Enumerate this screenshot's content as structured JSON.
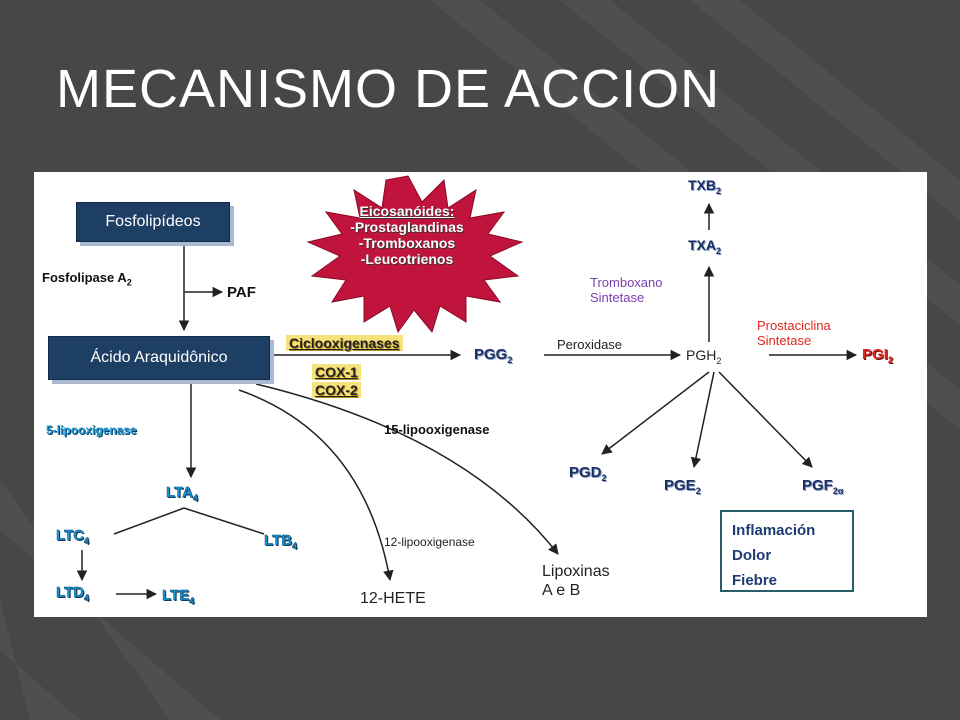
{
  "slide": {
    "title": "MECANISMO DE ACCION"
  },
  "diagram": {
    "fosfolipideos": "Fosfolipídeos",
    "acido": "Ácido Araquidônico",
    "fosfolipase": "Fosfolipase A",
    "fosfolipase_sub": "2",
    "paf": "PAF",
    "eicosanoides": {
      "heading": "Eicosanóides:",
      "items": [
        "-Prostaglandinas",
        "-Tromboxanos",
        "-Leucotrienos"
      ]
    },
    "ciclooxigenases": "Ciclooxigenases",
    "cox1": "COX-1",
    "cox2": "COX-2",
    "pgg2": "PGG",
    "pgg2_sub": "2",
    "peroxidase": "Peroxidase",
    "pgh2": "PGH",
    "pgh2_sub": "2",
    "tromboxano_sintetase": [
      "Tromboxano",
      "Sintetase"
    ],
    "txa2": "TXA",
    "txa2_sub": "2",
    "txb2": "TXB",
    "txb2_sub": "2",
    "prostaciclina_sintetase": [
      "Prostaciclina",
      "Sintetase"
    ],
    "pgi2": "PGI",
    "pgi2_sub": "2",
    "pgd2": "PGD",
    "pgd2_sub": "2",
    "pge2": "PGE",
    "pge2_sub": "2",
    "pgf2a": "PGF",
    "pgf2a_sub": "2α",
    "lipoox5": "5-lipooxigenase",
    "lipoox15": "15-lipooxigenase",
    "lipoox12": "12-lipooxigenase",
    "lta4": "LTA",
    "ltc4": "LTC",
    "ltb4": "LTB",
    "ltd4": "LTD",
    "lte4": "LTE",
    "leuko_sub": "4",
    "hete12": "12-HETE",
    "lipoxinas": [
      "Lipoxinas",
      "A e B"
    ]
  },
  "effects": [
    "Inflamación",
    "Dolor",
    "Fiebre"
  ],
  "colors": {
    "background": "#474747",
    "box": "#1e3f64",
    "starburst": "#c0143c",
    "enzyme_highlight": "#f6e27a",
    "leukotriene_blue": "#1a9ad8",
    "red": "#e0281f",
    "purple": "#7b3fb3"
  }
}
